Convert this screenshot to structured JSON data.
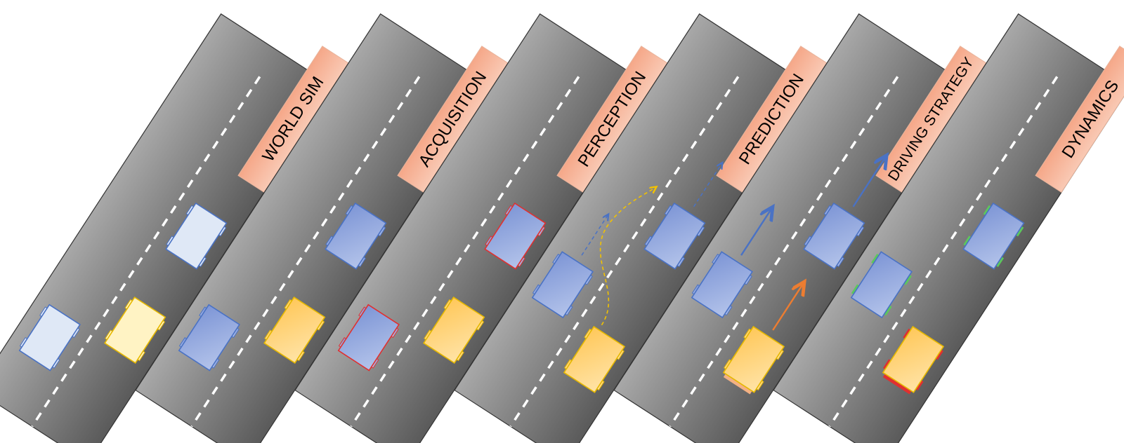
{
  "colors": {
    "road_dark": "#5a5a5a",
    "road_light": "#a6a6a6",
    "tag_fill_top": "#f4a98a",
    "tag_fill_bottom": "#f8c4ad",
    "tag_stroke": "#e8b49c",
    "car_pale_blue": "#dfe8f6",
    "car_pale_yellow": "#fff3c4",
    "car_blue": "#8fa6dc",
    "car_yellow": "#ffd27a",
    "outline_blue": "#4a72c4",
    "outline_yellow": "#e6b800",
    "highlight_red": "#e03030",
    "highlight_green": "#5cc85c",
    "arrow_blue": "#4a72c4",
    "arrow_orange": "#ed7d31",
    "arrow_yellow": "#f2c200"
  },
  "panels": [
    {
      "id": "world-sim",
      "label": "WORLD SIM",
      "cars": [
        "pale-blue-a",
        "pale-yellow",
        "pale-blue-b"
      ]
    },
    {
      "id": "acquisition",
      "label": "ACQUISITION",
      "cars": [
        "blue-a",
        "yellow",
        "blue-b"
      ]
    },
    {
      "id": "perception",
      "label": "PERCEPTION",
      "cars": [
        "blue-a-red-outline",
        "yellow",
        "blue-b-red-outline"
      ]
    },
    {
      "id": "prediction",
      "label": "PREDICTION",
      "arrows": [
        "dashed-blue",
        "dashed-blue",
        "dashed-yellow-curve"
      ]
    },
    {
      "id": "driving-strategy",
      "label": "DRIVING STRATEGY",
      "arrows": [
        "solid-blue",
        "solid-blue",
        "solid-orange"
      ]
    },
    {
      "id": "dynamics",
      "label": "DYNAMICS",
      "wheels": [
        "green",
        "green",
        "red"
      ]
    }
  ]
}
